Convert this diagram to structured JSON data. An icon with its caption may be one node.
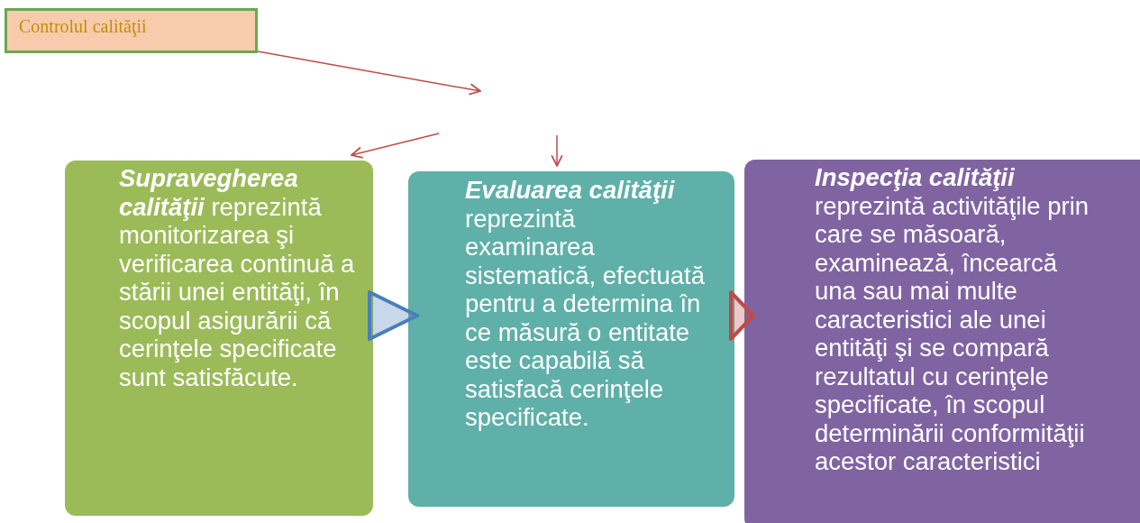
{
  "diagram": {
    "nodes": [
      {
        "text": [
          "Controlul calităţii"
        ]
      },
      {
        "text": [
          "**Supravegherea calităţii** reprezintă monitorizarea şi verificarea continuă a stării unei entităţi, în scopul asigurării că cerinţele specificate sunt satisfăcute."
        ]
      },
      {
        "text": [
          "**Evaluarea calităţii** reprezintă examinarea sistematică, efectuată pentru a determina în ce măsură o entitate este capabilă să satisfacă cerinţele specificate."
        ]
      },
      {
        "text": [
          "**Inspecţia calităţii** reprezintă activităţile prin care se măsoară, examinează, încearcă una sau mai multe caracteristici ale unei entităţi şi se compară rezultatul cu cerinţele specificate, în scopul determinării conformităţii acestor caracteristici"
        ]
      }
    ],
    "edges": [
      {
        "from": 0,
        "to": null,
        "arrow": "to"
      },
      {
        "from": null,
        "to": 1,
        "arrow": "to"
      },
      {
        "from": null,
        "to": 2,
        "arrow": "to"
      },
      {
        "from": 1,
        "to": 2,
        "arrow": "to",
        "style": "thick",
        "color": "#4a7ebb"
      },
      {
        "from": 2,
        "to": 3,
        "arrow": "to",
        "style": "thick"
      }
    ]
  }
}
